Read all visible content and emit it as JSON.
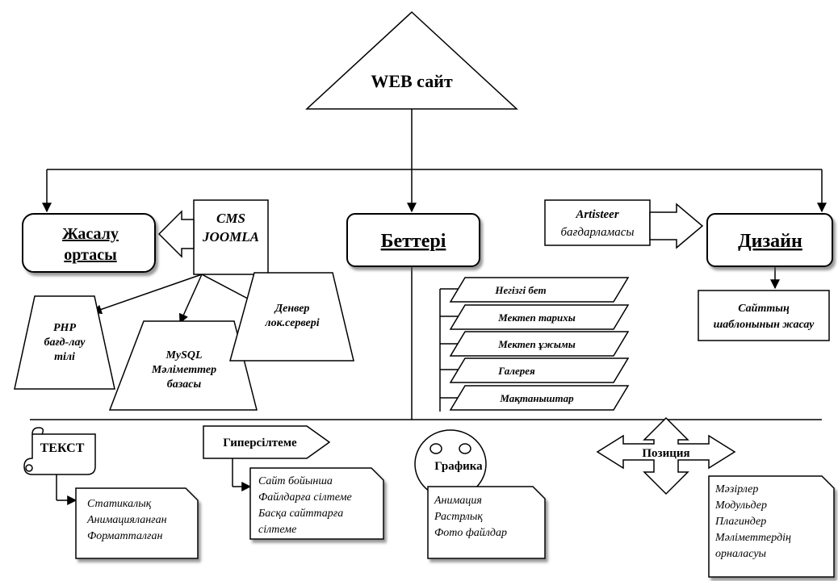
{
  "root": {
    "title": "WEB сайт"
  },
  "dev_env": {
    "line1": "Жасалу",
    "line2": "ортасы"
  },
  "cms": {
    "line1": "CMS",
    "line2": "JOOMLA"
  },
  "php": {
    "line1": "PHP",
    "line2": "бағд-лау",
    "line3": "тілі"
  },
  "mysql": {
    "line1": "MySQL",
    "line2": "Мәліметтер",
    "line3": "базасы"
  },
  "denver": {
    "line1": "Денвер",
    "line2": "лок.сервері"
  },
  "pages": {
    "title": "Беттері",
    "items": [
      "Негізгі бет",
      "Мектеп тарихы",
      "Мектеп ұжымы",
      "Галерея",
      "Мақтаныштар"
    ]
  },
  "design": {
    "title": "Дизайн",
    "artisteer_line1": "Artisteer",
    "artisteer_line2": "бағдарламасы",
    "template_line1": "Сайттың",
    "template_line2": "шаблонынын жасау"
  },
  "text_block": {
    "title": "ТЕКСТ",
    "items": [
      "Статикалық",
      "Анимацияланған",
      "Форматталған"
    ]
  },
  "hyperlink_block": {
    "title": "Гиперсілтеме",
    "items": [
      "Сайт бойынша",
      "Файлдарға сілтеме",
      "Басқа сайттарға",
      "сілтеме"
    ]
  },
  "graphics_block": {
    "title": "Графика",
    "items": [
      "Анимация",
      "Растрлық",
      "Фото файлдар"
    ]
  },
  "position_block": {
    "title": "Позиция",
    "items": [
      "Мәзірлер",
      "Модульдер",
      "Плагиндер",
      "Мәліметтердің",
      "орналасуы"
    ]
  }
}
